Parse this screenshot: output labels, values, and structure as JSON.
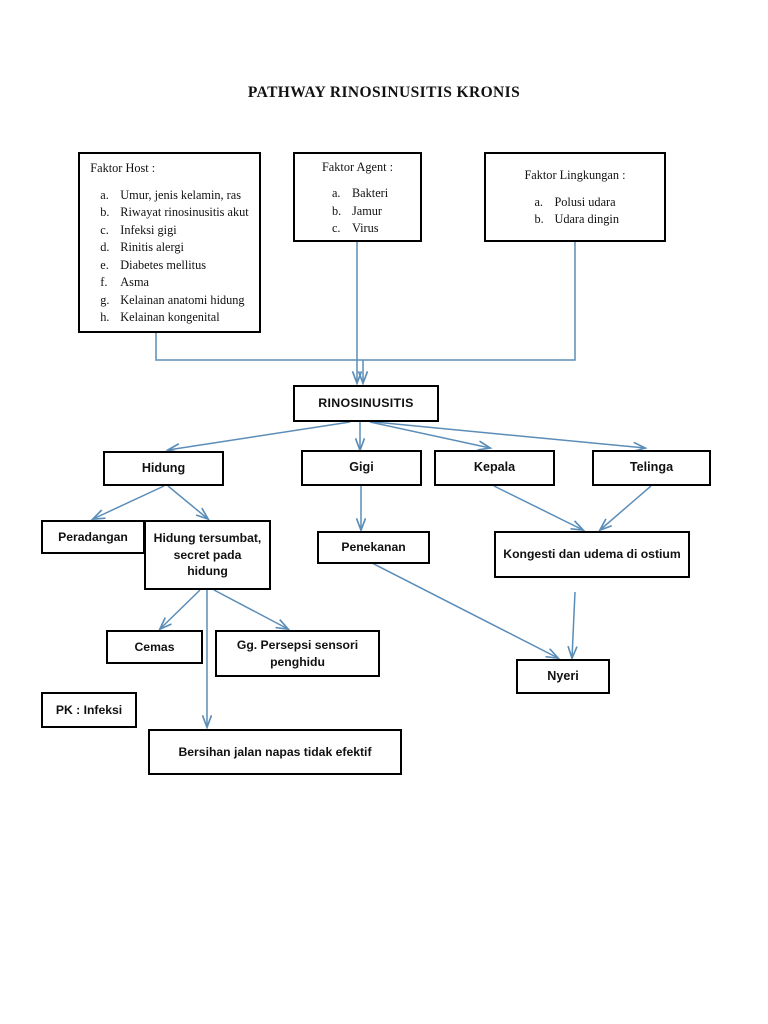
{
  "page": {
    "title": "PATHWAY RINOSINUSITIS KRONIS",
    "connector_color": "#5B8DB8",
    "box_border_color": "#000000",
    "background": "#FFFFFF"
  },
  "factor_boxes": [
    {
      "id": "faktor-host",
      "heading": "Faktor Host :",
      "items": [
        {
          "marker": "a.",
          "text": "Umur, jenis kelamin, ras"
        },
        {
          "marker": "b.",
          "text": "Riwayat rinosinusitis akut"
        },
        {
          "marker": "c.",
          "text": "Infeksi gigi"
        },
        {
          "marker": "d.",
          "text": "Rinitis alergi"
        },
        {
          "marker": "e.",
          "text": "Diabetes mellitus"
        },
        {
          "marker": "f.",
          "text": "Asma"
        },
        {
          "marker": "g.",
          "text": "Kelainan anatomi hidung"
        },
        {
          "marker": "h.",
          "text": "Kelainan kongenital"
        }
      ]
    },
    {
      "id": "faktor-agent",
      "heading": "Faktor Agent :",
      "items": [
        {
          "marker": "a.",
          "text": "Bakteri"
        },
        {
          "marker": "b.",
          "text": "Jamur"
        },
        {
          "marker": "c.",
          "text": "Virus"
        }
      ]
    },
    {
      "id": "faktor-lingkungan",
      "heading": "Faktor Lingkungan :",
      "items": [
        {
          "marker": "a.",
          "text": "Polusi udara"
        },
        {
          "marker": "b.",
          "text": "Udara dingin"
        }
      ]
    }
  ],
  "nodes": {
    "rinosinusitis": "RINOSINUSITIS",
    "hidung": "Hidung",
    "gigi": "Gigi",
    "kepala": "Kepala",
    "telinga": "Telinga",
    "peradangan": "Peradangan",
    "hidung_tersumbat": "Hidung tersumbat, secret pada hidung",
    "penekanan": "Penekanan",
    "kongesti": "Kongesti dan udema di ostium",
    "cemas": "Cemas",
    "gg_persepsi": "Gg. Persepsi sensori penghidu",
    "nyeri": "Nyeri",
    "pk_infeksi": "PK : Infeksi",
    "bersihan": "Bersihan jalan napas tidak efektif"
  },
  "edges": [
    {
      "from": "faktor-host",
      "to": "rinosinusitis",
      "style": "elbow"
    },
    {
      "from": "faktor-agent",
      "to": "rinosinusitis",
      "style": "straight"
    },
    {
      "from": "faktor-lingkungan",
      "to": "rinosinusitis",
      "style": "elbow"
    },
    {
      "from": "rinosinusitis",
      "to": "hidung",
      "style": "diagonal"
    },
    {
      "from": "rinosinusitis",
      "to": "gigi",
      "style": "straight"
    },
    {
      "from": "rinosinusitis",
      "to": "kepala",
      "style": "diagonal"
    },
    {
      "from": "rinosinusitis",
      "to": "telinga",
      "style": "diagonal"
    },
    {
      "from": "hidung",
      "to": "peradangan",
      "style": "diagonal"
    },
    {
      "from": "hidung",
      "to": "hidung_tersumbat",
      "style": "diagonal"
    },
    {
      "from": "gigi",
      "to": "penekanan",
      "style": "straight"
    },
    {
      "from": "kepala",
      "to": "kongesti",
      "style": "diagonal"
    },
    {
      "from": "telinga",
      "to": "kongesti",
      "style": "diagonal"
    },
    {
      "from": "hidung_tersumbat",
      "to": "cemas",
      "style": "diagonal"
    },
    {
      "from": "hidung_tersumbat",
      "to": "gg_persepsi",
      "style": "diagonal"
    },
    {
      "from": "hidung_tersumbat",
      "to": "bersihan",
      "style": "straight"
    },
    {
      "from": "penekanan",
      "to": "nyeri",
      "style": "diagonal"
    },
    {
      "from": "kongesti",
      "to": "nyeri",
      "style": "straight"
    }
  ]
}
